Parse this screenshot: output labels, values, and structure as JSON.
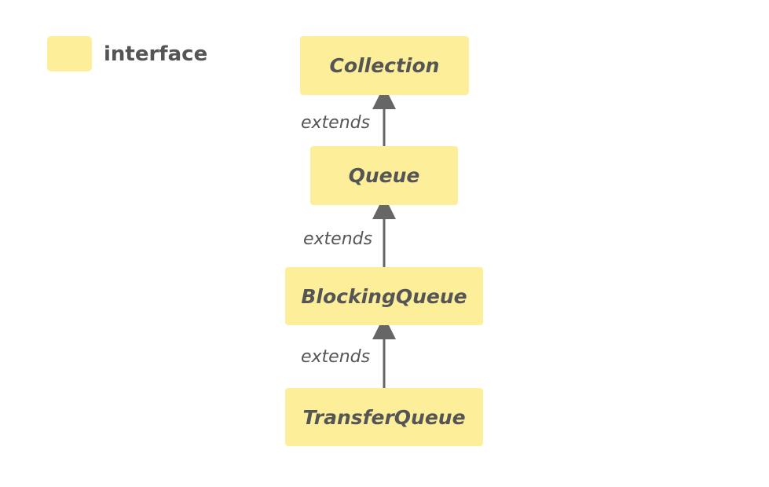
{
  "legend": {
    "label": "interface",
    "swatch_color": "#fdee99"
  },
  "nodes": [
    {
      "label": "Collection"
    },
    {
      "label": "Queue"
    },
    {
      "label": "BlockingQueue"
    },
    {
      "label": "TransferQueue"
    }
  ],
  "edges": [
    {
      "from": "Queue",
      "to": "Collection",
      "label": "extends"
    },
    {
      "from": "BlockingQueue",
      "to": "Queue",
      "label": "extends"
    },
    {
      "from": "TransferQueue",
      "to": "BlockingQueue",
      "label": "extends"
    }
  ],
  "colors": {
    "node_fill": "#fdee99",
    "text": "#555555",
    "arrow": "#666666"
  }
}
